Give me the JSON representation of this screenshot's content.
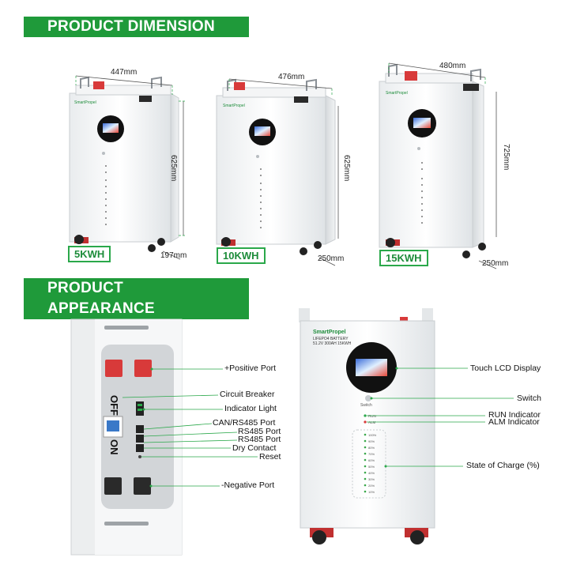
{
  "sections": {
    "dimension_title": "PRODUCT DIMENSION",
    "appearance_title": "PRODUCT APPEARANCE"
  },
  "dimensions": [
    {
      "capacity": "5KWH",
      "width": "447mm",
      "height": "625mm",
      "depth": "197mm"
    },
    {
      "capacity": "10KWH",
      "width": "476mm",
      "height": "625mm",
      "depth": "250mm"
    },
    {
      "capacity": "15KWH",
      "width": "480mm",
      "height": "725mm",
      "depth": "250mm"
    }
  ],
  "brand": "SmartPropel",
  "front_label": {
    "line1": "LIFEPO4 BATTERY",
    "line2": "51.2V 300AH 15KWH"
  },
  "switch_text": "Switch",
  "indicator_labels": [
    "RUN",
    "ALM"
  ],
  "soc_labels": [
    "100%",
    "90%",
    "80%",
    "70%",
    "60%",
    "50%",
    "40%",
    "30%",
    "20%",
    "10%"
  ],
  "breaker_text": {
    "off": "OFF",
    "on": "ON"
  },
  "left_callouts": [
    "+Positive Port",
    "Circuit  Breaker",
    "Indicator Light",
    "CAN/RS485 Port",
    "RS485 Port",
    "RS485 Port",
    "Dry Contact",
    "Reset",
    "-Negative  Port"
  ],
  "right_callouts": [
    "Touch LCD Display",
    "Switch",
    "RUN Indicator",
    "ALM Indicator",
    "State of Charge (%)"
  ],
  "colors": {
    "accent": "#1f9a3a",
    "positive_terminal": "#d83a3a",
    "negative_terminal": "#2a2a2a",
    "callout_line": "#2aa84a"
  }
}
